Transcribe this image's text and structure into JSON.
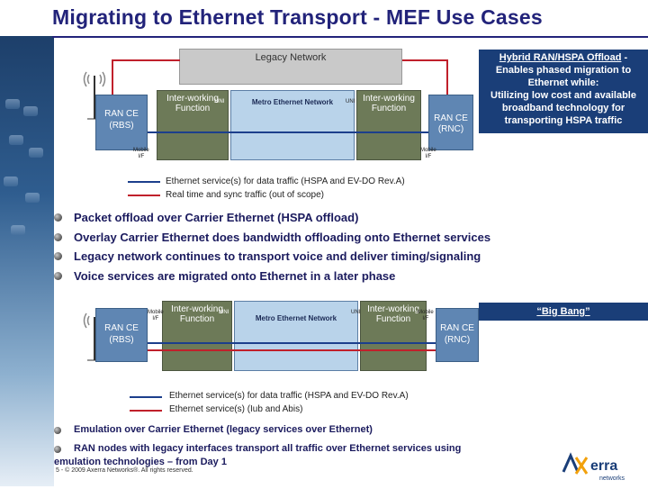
{
  "title": "Migrating to Ethernet Transport - MEF Use Cases",
  "diagram1": {
    "legacy_network": "Legacy Network",
    "ran_ce_left": "RAN CE",
    "ran_ce_left_sub": "(RBS)",
    "iwf_left": "Inter-working\nFunction",
    "metro_ethernet": "Metro Ethernet Network",
    "iwf_right": "Inter-working\nFunction",
    "ran_ce_right": "RAN CE",
    "ran_ce_right_sub": "(RNC)",
    "uni_left": "UNI",
    "uni_right": "UNI",
    "mobile_if_left": "Mobile\nI/F",
    "mobile_if_right": "Mobile\nI/F",
    "legend_blue": "Ethernet service(s) for data traffic (HSPA and EV-DO Rev.A)",
    "legend_red": "Real time and sync traffic (out of scope)"
  },
  "panel1": {
    "heading": "Hybrid RAN/HSPA Offload",
    "heading_suffix": " -",
    "lines": [
      "Enables phased migration to",
      "Ethernet while:",
      "Utilizing low cost and available",
      "broadband technology for",
      "transporting HSPA traffic"
    ]
  },
  "bullets": [
    "Packet offload over Carrier Ethernet (HSPA offload)",
    "Overlay Carrier Ethernet does bandwidth offloading onto Ethernet services",
    "Legacy network continues to transport voice and deliver timing/signaling",
    "Voice services are migrated onto Ethernet in a later phase"
  ],
  "big_bang": "“Big Bang”",
  "diagram2": {
    "ran_ce_left": "RAN CE",
    "ran_ce_left_sub": "(RBS)",
    "iwf_left": "Inter-working\nFunction",
    "metro_ethernet": "Metro Ethernet Network",
    "iwf_right": "Inter-working\nFunction",
    "ran_ce_right": "RAN CE",
    "ran_ce_right_sub": "(RNC)",
    "uni_left": "UNI",
    "uni_right": "UNI",
    "mobile_if_left": "Mobile\nI/F",
    "mobile_if_right": "Mobile\nI/F",
    "legend_blue": "Ethernet service(s) for data traffic (HSPA and EV-DO Rev.A)",
    "legend_red": "Ethernet service(s) (Iub and Abis)"
  },
  "small_bullets": [
    "Emulation over Carrier Ethernet  (legacy services over Ethernet)",
    "RAN nodes with legacy interfaces transport all traffic over Ethernet services using",
    "emulation technologies – from Day 1"
  ],
  "footer": "5 - © 2009  Axerra Networks®. All rights reserved.",
  "logo": {
    "text": "Axerra",
    "sub": "networks"
  },
  "colors": {
    "title": "#22237a",
    "panel": "#1a3e78",
    "metro": "#b9d3ea",
    "iwf": "#6d7a58",
    "blue_line": "#1c3f8c",
    "red_line": "#c0202b"
  }
}
